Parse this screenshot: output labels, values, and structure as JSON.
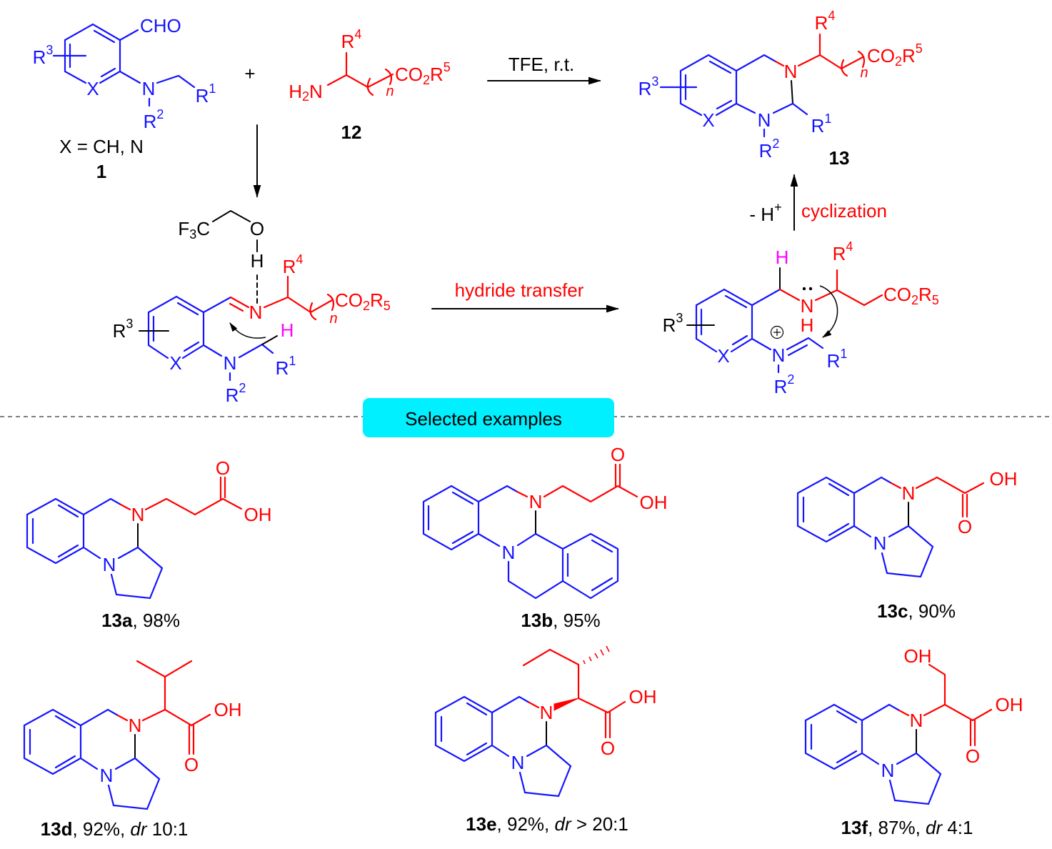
{
  "colors": {
    "scaffold": "#1414ff",
    "amino_acid": "#ff0000",
    "hydride": "#ff00ff",
    "banner": "#00f0ff"
  },
  "atoms": {
    "R": "R",
    "N": "N",
    "X": "X",
    "H": "H",
    "O": "O",
    "OH": "OH",
    "CHO": "CHO",
    "CO": "CO",
    "C": "C",
    "F": "F",
    "n": "n",
    "s1": "1",
    "s2": "2",
    "s3": "3",
    "s4": "4",
    "s5": "5"
  },
  "scheme": {
    "plus_sign": "+",
    "x_definition": "X = CH, N",
    "compound_1": "1",
    "compound_12": "12",
    "compound_13": "13",
    "reaction_conditions": "TFE, r.t.",
    "hydride_transfer": "hydride transfer",
    "deprotonation": "- H",
    "deprotonation_charge": "+",
    "cyclization": "cyclization",
    "selected_examples": "Selected examples"
  },
  "examples": [
    {
      "id": "13a",
      "text": ", 98%"
    },
    {
      "id": "13b",
      "text": ", 95%"
    },
    {
      "id": "13c",
      "text": ", 90%"
    },
    {
      "id": "13d",
      "text": ", 92%, ",
      "dr": "dr",
      "dr_value": " 10:1"
    },
    {
      "id": "13e",
      "text": ", 92%, ",
      "dr": "dr",
      "dr_value": " > 20:1"
    },
    {
      "id": "13f",
      "text": ", 87%, ",
      "dr": "dr",
      "dr_value": " 4:1"
    }
  ]
}
